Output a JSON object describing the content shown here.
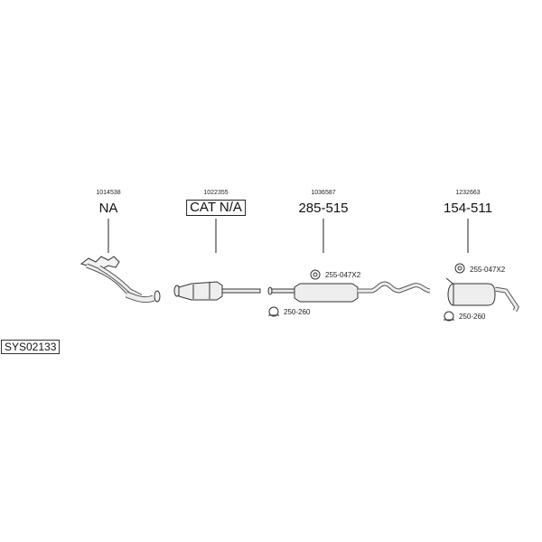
{
  "system_code": "SYS02133",
  "components": [
    {
      "ref": "1014538",
      "part": "NA",
      "boxed": false
    },
    {
      "ref": "1022355",
      "part": "CAT N/A",
      "boxed": true
    },
    {
      "ref": "1036587",
      "part": "285-515",
      "boxed": false
    },
    {
      "ref": "1232663",
      "part": "154-511",
      "boxed": false
    }
  ],
  "accessories": [
    {
      "label": "255-047X2",
      "icon": "rubber-mount-icon"
    },
    {
      "label": "250-260",
      "icon": "pipe-clamp-icon"
    },
    {
      "label": "255-047X2",
      "icon": "rubber-mount-icon"
    },
    {
      "label": "250-260",
      "icon": "pipe-clamp-icon"
    }
  ]
}
